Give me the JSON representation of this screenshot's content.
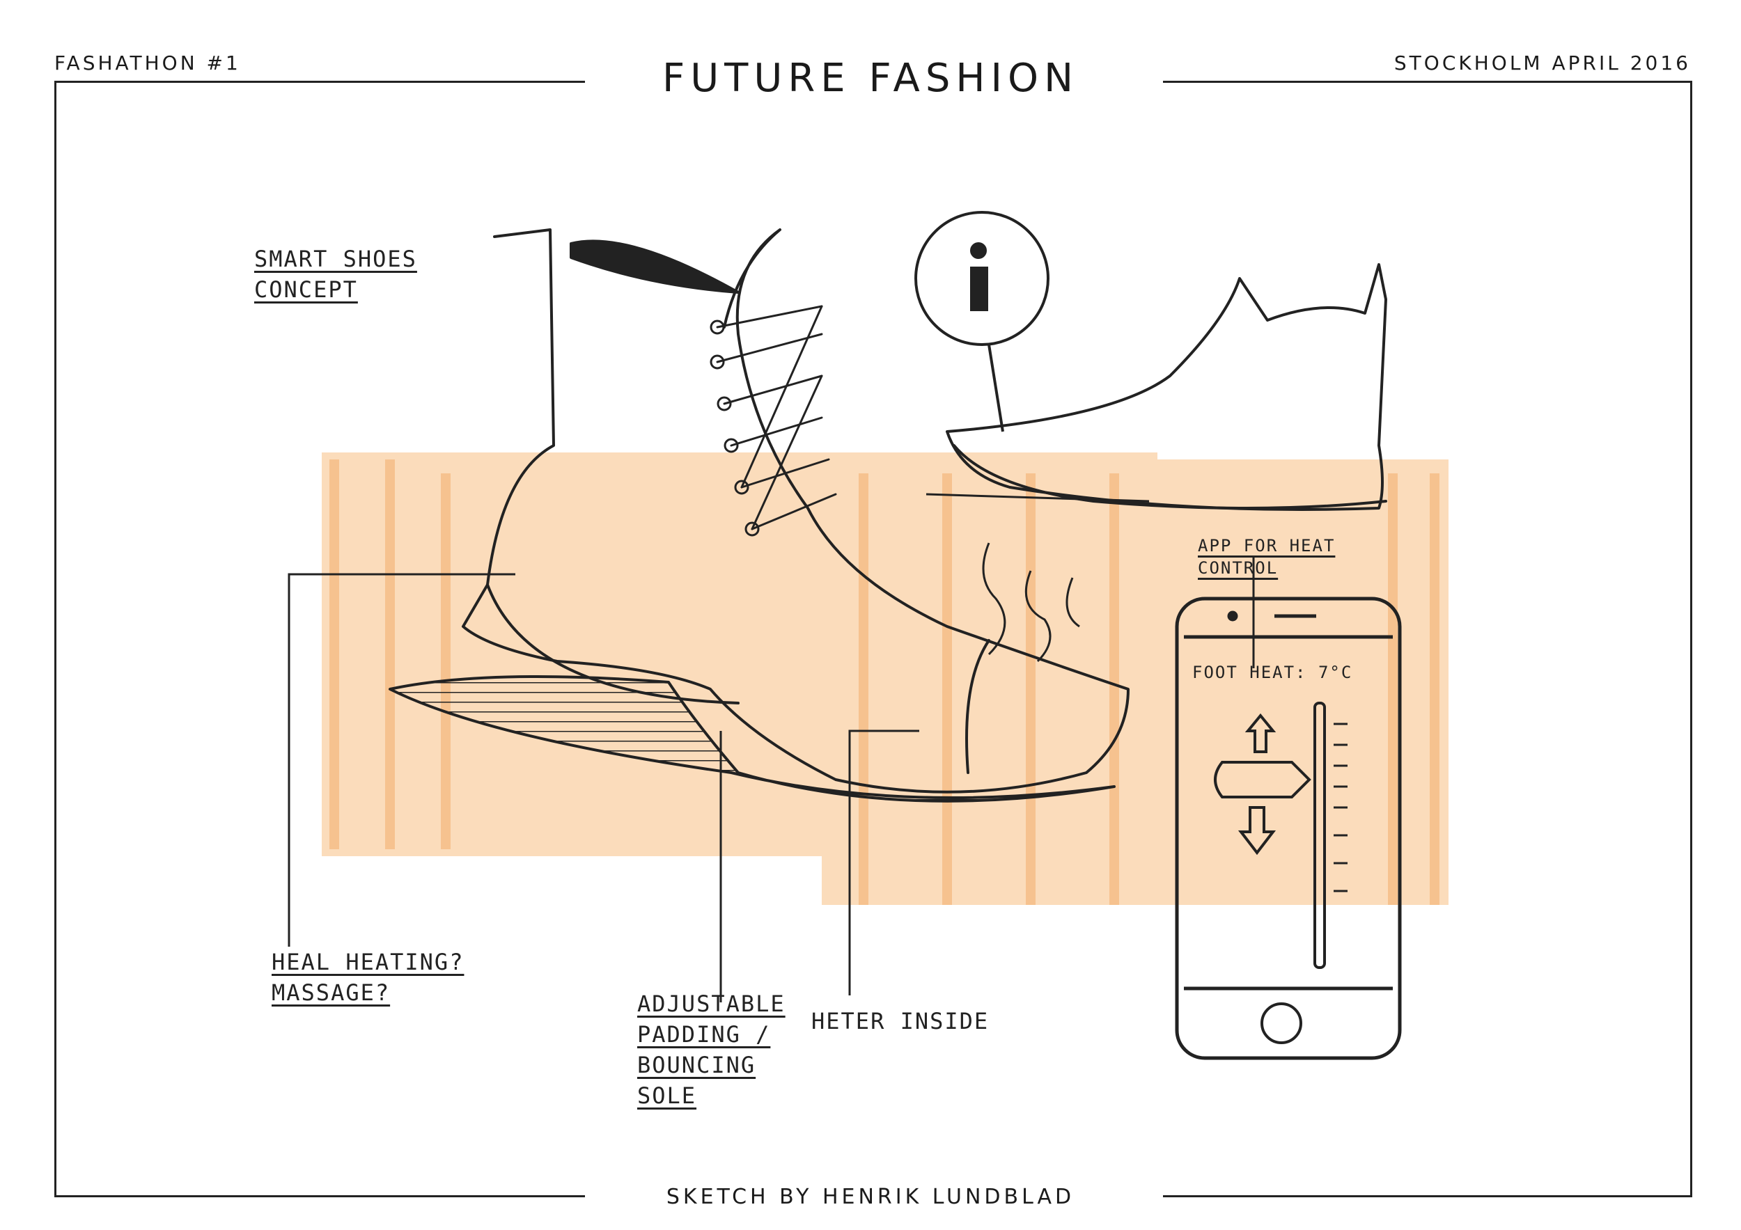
{
  "header": {
    "event": "FASHATHON #1",
    "title": "FUTURE FASHION",
    "place_date": "STOCKHOLM APRIL 2016"
  },
  "footer": {
    "credit": "SKETCH BY HENRIK LUNDBLAD"
  },
  "annotations": {
    "concept_line1": "SMART SHOES",
    "concept_line2": "CONCEPT",
    "heel_line1": "HEAL HEATING?",
    "heel_line2": "MASSAGE?",
    "padding_line1": "ADJUSTABLE",
    "padding_line2": "PADDING /",
    "padding_line3": "BOUNCING",
    "padding_line4": "SOLE",
    "heater": "HETER INSIDE",
    "app_line1": "APP FOR HEAT",
    "app_line2": "CONTROL"
  },
  "phone": {
    "readout": "FOOT HEAT: 7°C"
  },
  "colors": {
    "marker_orange": "#f2a45a",
    "ink": "#222222"
  },
  "icons": [
    "info-icon",
    "arrow-up-icon",
    "arrow-down-icon",
    "home-button-icon"
  ]
}
